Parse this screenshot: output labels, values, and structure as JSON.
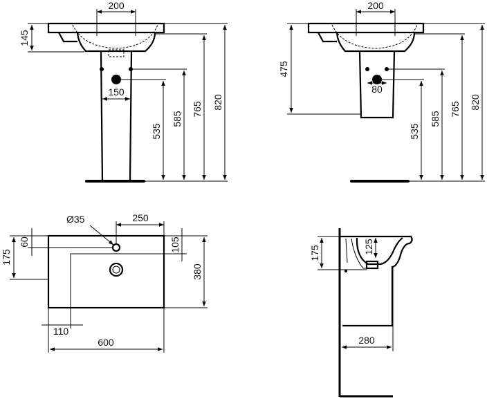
{
  "title": "Washbasin technical drawing",
  "front_pedestal_view": {
    "tap_hole_spacing": "200",
    "basin_depth": "145",
    "pipe_spacing": "150",
    "waste_height": "535",
    "supply_height": "585",
    "rim_underside_height": "765",
    "total_height": "820"
  },
  "front_semi_pedestal_view": {
    "tap_hole_spacing": "200",
    "semi_pedestal_height": "475",
    "pipe_spacing": "80",
    "waste_height": "535",
    "supply_height": "585",
    "rim_underside_height": "765",
    "total_height": "820"
  },
  "plan_view": {
    "tap_hole_diameter": "Ø35",
    "tap_hole_offset": "250",
    "front_to_drain": "175",
    "back_to_tap_hole": "60",
    "shelf_depth": "105",
    "depth": "380",
    "left_shelf_width": "110",
    "width": "600"
  },
  "side_view": {
    "overall_depth": "175",
    "bowl_depth": "125",
    "projection": "280"
  }
}
